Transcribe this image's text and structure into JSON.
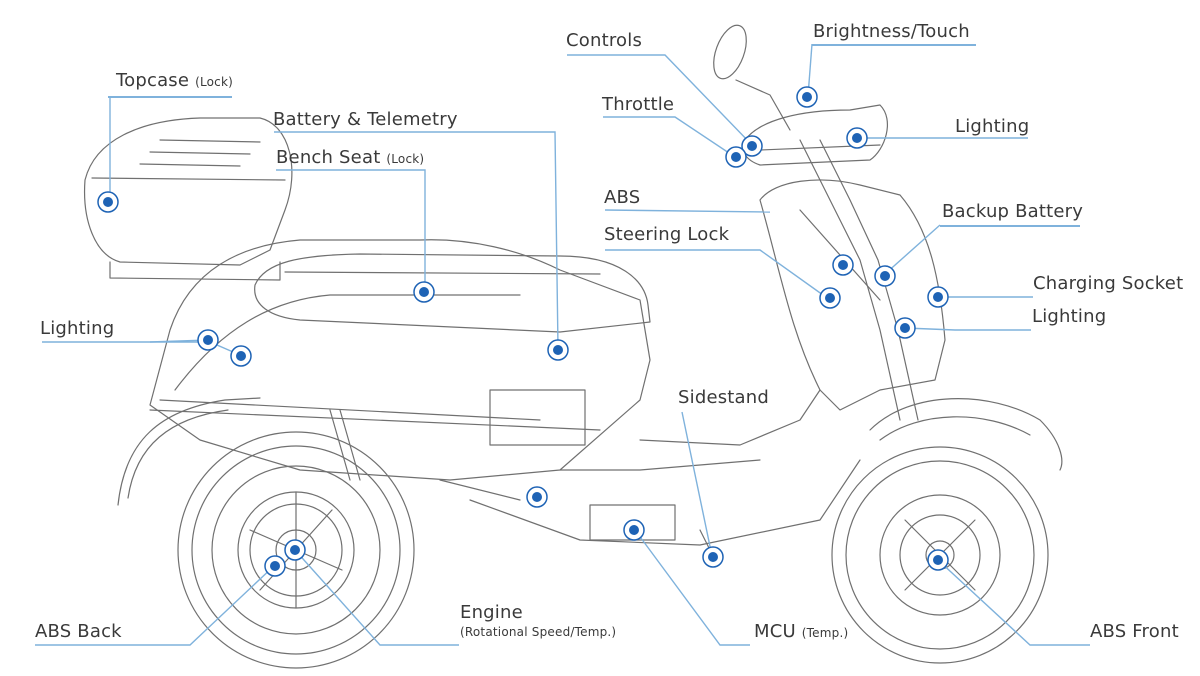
{
  "diagram": {
    "accent_color": "#1e63b5",
    "leader_color": "#7fb2dc",
    "drawing_color": "#6f6f6f",
    "labels": {
      "topcase": {
        "text": "Topcase",
        "note": "(Lock)"
      },
      "battery_telemetry": {
        "text": "Battery & Telemetry"
      },
      "bench_seat": {
        "text": "Bench Seat",
        "note": "(Lock)"
      },
      "lighting_rear": {
        "text": "Lighting"
      },
      "controls": {
        "text": "Controls"
      },
      "brightness_touch": {
        "text": "Brightness/Touch"
      },
      "throttle": {
        "text": "Throttle"
      },
      "lighting_front_upper": {
        "text": "Lighting"
      },
      "abs": {
        "text": "ABS"
      },
      "backup_battery": {
        "text": "Backup Battery"
      },
      "steering_lock": {
        "text": "Steering Lock"
      },
      "charging_socket": {
        "text": "Charging Socket"
      },
      "lighting_front_lower": {
        "text": "Lighting"
      },
      "sidestand": {
        "text": "Sidestand"
      },
      "abs_back": {
        "text": "ABS Back"
      },
      "engine": {
        "text": "Engine",
        "note": "(Rotational Speed/Temp.)"
      },
      "mcu": {
        "text": "MCU",
        "note": "(Temp.)"
      },
      "abs_front": {
        "text": "ABS Front"
      }
    }
  }
}
